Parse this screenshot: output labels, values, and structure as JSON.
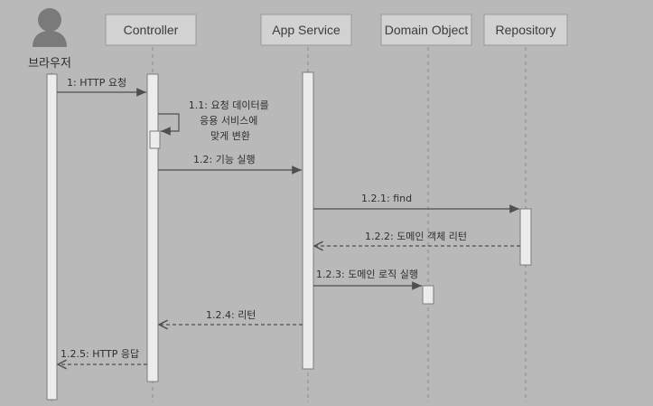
{
  "participants": {
    "browser": "브라우저",
    "controller": "Controller",
    "app_service": "App Service",
    "domain_object": "Domain Object",
    "repository": "Repository"
  },
  "messages": {
    "m1": "1: HTTP 요청",
    "m1_1": [
      "1.1: 요청 데이터를",
      "응용 서비스에",
      "맞게 변환"
    ],
    "m1_2": "1.2: 기능 실행",
    "m1_2_1": "1.2.1: find",
    "m1_2_2": "1.2.2: 도메인 객체 리턴",
    "m1_2_3": "1.2.3: 도메인 로직 실행",
    "m1_2_4": "1.2.4: 리턴",
    "m1_2_5": "1.2.5: HTTP 응답"
  },
  "icons": {
    "browser_user": "user-icon"
  }
}
